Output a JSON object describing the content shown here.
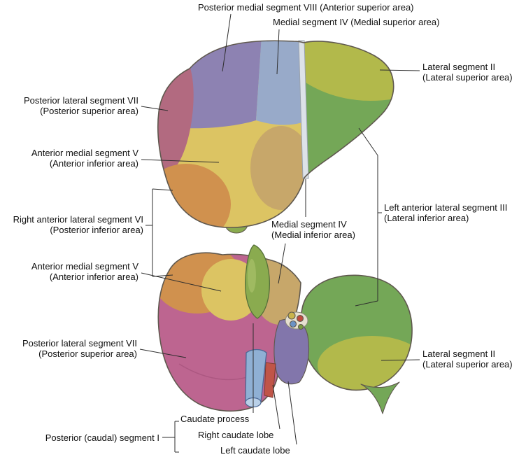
{
  "figure": {
    "description": "Liver segmental anatomy diagram, anterior (top) and inferior/visceral (bottom) views"
  },
  "colors": {
    "outline": "#5f584e",
    "seg8_purple": "#8d82b2",
    "seg4sup_blue": "#98aac9",
    "seg2_yellowgreen": "#b2b94b",
    "seg3_green": "#74a757",
    "seg7_rose": "#b26a80",
    "seg5_yellow": "#dcc463",
    "seg6_orange": "#d0914e",
    "seg4inf_tan": "#c7a76a",
    "seg7_pink": "#bd6590",
    "seg1_purple": "#8276ab",
    "gallbladder_green": "#8aab4f",
    "vessel_blue": "#8fb0d4",
    "vessel_blue_opening": "#b9d0e8",
    "vessel_red": "#c05548",
    "porta_pale": "#e6e0d0",
    "duct_yellow": "#c9b44d",
    "artery_red": "#bf4a3e",
    "portal_blue": "#6b92c4",
    "duct_green": "#7a9c3f",
    "falciform": "#dde2e8"
  },
  "labels": {
    "seg8_top": {
      "line1": "Posterior medial segment VIII (Anterior superior area)"
    },
    "seg4_sup": {
      "line1": "Medial segment IV (Medial superior area)"
    },
    "seg2_top": {
      "line1": "Lateral segment II",
      "line2": "(Lateral superior area)"
    },
    "seg7_top": {
      "line1": "Posterior lateral segment VII",
      "line2": "(Posterior superior area)"
    },
    "seg5_top": {
      "line1": "Anterior medial segment V",
      "line2": "(Anterior inferior area)"
    },
    "seg6": {
      "line1": "Right anterior lateral segment VI",
      "line2": "(Posterior inferior area)"
    },
    "seg3": {
      "line1": "Left anterior lateral segment III",
      "line2": "(Lateral inferior area)"
    },
    "seg4_inf": {
      "line1": "Medial segment IV",
      "line2": "(Medial inferior area)"
    },
    "seg5_bottom": {
      "line1": "Anterior medial segment V",
      "line2": "(Anterior inferior area)"
    },
    "seg7_bottom": {
      "line1": "Posterior lateral segment VII",
      "line2": "(Posterior superior area)"
    },
    "seg2_bottom": {
      "line1": "Lateral segment II",
      "line2": "(Lateral superior area)"
    },
    "seg1": {
      "line1": "Posterior (caudal) segment I"
    },
    "caudate_process": {
      "line1": "Caudate process"
    },
    "right_caudate_lobe": {
      "line1": "Right caudate lobe"
    },
    "left_caudate_lobe": {
      "line1": "Left caudate lobe"
    }
  }
}
